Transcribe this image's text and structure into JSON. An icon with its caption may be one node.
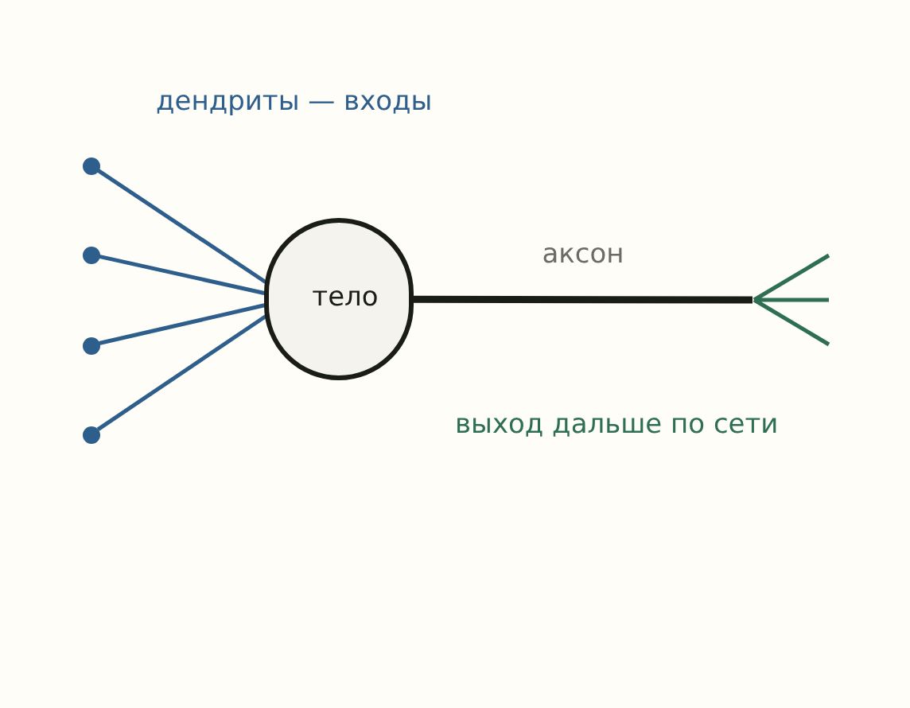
{
  "diagram": {
    "nodes": [
      {
        "text": [
          "тело"
        ]
      },
      {
        "text": [],
        "shape": "circle"
      },
      {
        "text": [],
        "shape": "circle"
      },
      {
        "text": [],
        "shape": "circle"
      },
      {
        "text": [],
        "shape": "circle"
      },
      {
        "text": [],
        "shape": "picture"
      }
    ],
    "edges": [
      {
        "from": 1,
        "to": 0,
        "arrow": "none"
      },
      {
        "from": 2,
        "to": 0,
        "arrow": "none"
      },
      {
        "from": 3,
        "to": 0,
        "arrow": "none"
      },
      {
        "from": 4,
        "to": 0,
        "arrow": "none"
      },
      {
        "from": 0,
        "to": 5,
        "arrow": "none",
        "label": "аксон",
        "style": "thick",
        "color": "#1a1c18"
      }
    ],
    "labels": [
      "дендриты — входы",
      "выход дальше по сети"
    ]
  }
}
